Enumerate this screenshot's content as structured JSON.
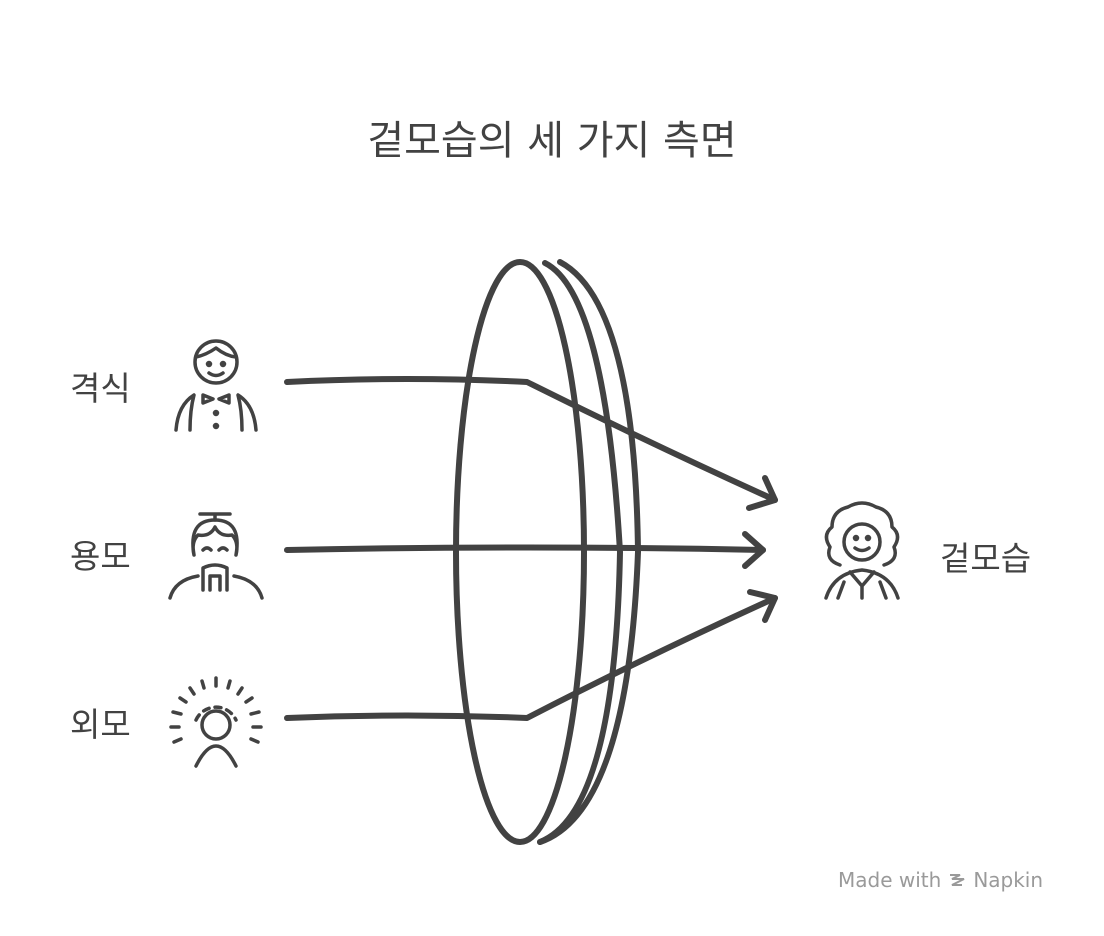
{
  "title": "겉모습의 세 가지 측면",
  "inputs": [
    {
      "label": "격식",
      "icon": "formal-man-bowtie-icon"
    },
    {
      "label": "용모",
      "icon": "elder-beard-icon"
    },
    {
      "label": "외모",
      "icon": "radiant-person-icon"
    }
  ],
  "lens": {
    "icon": "lens-icon"
  },
  "output": {
    "label": "겉모습",
    "icon": "person-curly-hair-icon"
  },
  "footer": {
    "made_with": "Made with",
    "brand": "Napkin"
  },
  "colors": {
    "stroke": "#424242",
    "footer": "#9a9a9a"
  }
}
